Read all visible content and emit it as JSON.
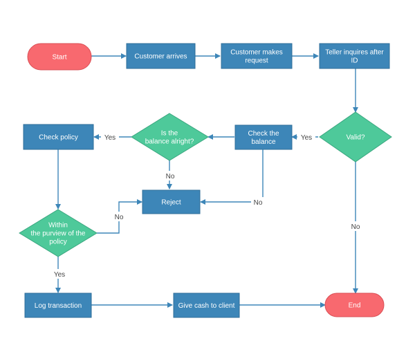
{
  "colors": {
    "terminal": "#f8696f",
    "terminal_stroke": "#d94f55",
    "process": "#3d86b8",
    "process_stroke": "#2f6d98",
    "decision": "#4ec99a",
    "decision_stroke": "#3aa67f",
    "edge": "#3d86b8",
    "text": "#ffffff",
    "edge_text": "#444444"
  },
  "nodes": {
    "start": {
      "lines": [
        "Start"
      ]
    },
    "customer_arrives": {
      "lines": [
        "Customer arrives"
      ]
    },
    "customer_request": {
      "lines": [
        "Customer makes",
        "request"
      ]
    },
    "teller_inquires": {
      "lines": [
        "Teller inquires after",
        "ID"
      ]
    },
    "valid": {
      "lines": [
        "Valid?"
      ]
    },
    "check_balance": {
      "lines": [
        "Check the",
        "balance"
      ]
    },
    "balance_alright": {
      "lines": [
        "Is the",
        "balance alright?"
      ]
    },
    "check_policy": {
      "lines": [
        "Check policy"
      ]
    },
    "reject": {
      "lines": [
        "Reject"
      ]
    },
    "within_policy": {
      "lines": [
        "Within",
        "the purview of the",
        "policy"
      ]
    },
    "log_transaction": {
      "lines": [
        "Log transaction"
      ]
    },
    "give_cash": {
      "lines": [
        "Give cash to client"
      ]
    },
    "end": {
      "lines": [
        "End"
      ]
    }
  },
  "edge_labels": {
    "valid_yes": "Yes",
    "valid_no": "No",
    "balance_yes": "Yes",
    "balance_no": "No",
    "check_balance_no": "No",
    "policy_yes": "Yes",
    "policy_no": "No"
  }
}
